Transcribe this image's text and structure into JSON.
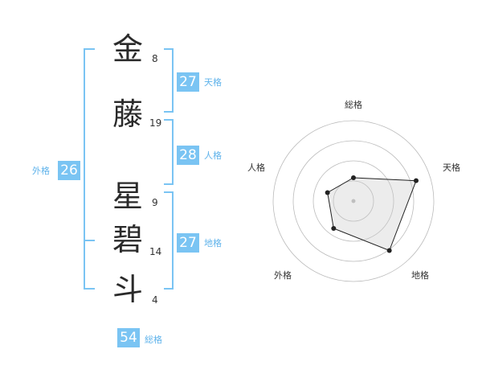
{
  "characters": [
    {
      "char": "金",
      "strokes": "8"
    },
    {
      "char": "藤",
      "strokes": "19"
    },
    {
      "char": "星",
      "strokes": "9"
    },
    {
      "char": "碧",
      "strokes": "14"
    },
    {
      "char": "斗",
      "strokes": "4"
    }
  ],
  "kaku": {
    "tenkaku": {
      "value": "27",
      "label": "天格"
    },
    "jinkaku": {
      "value": "28",
      "label": "人格"
    },
    "chikaku": {
      "value": "27",
      "label": "地格"
    },
    "gaikaku": {
      "value": "26",
      "label": "外格"
    },
    "soukaku": {
      "value": "54",
      "label": "総格"
    }
  },
  "colors": {
    "accent": "#7ac4f3",
    "accent_text": "#5fb3eb"
  },
  "chart_data": {
    "type": "radar",
    "axes": [
      "総格",
      "天格",
      "地格",
      "外格",
      "人格"
    ],
    "values": [
      0.29,
      0.82,
      0.76,
      0.42,
      0.34
    ],
    "rings": 4,
    "grid": true
  }
}
